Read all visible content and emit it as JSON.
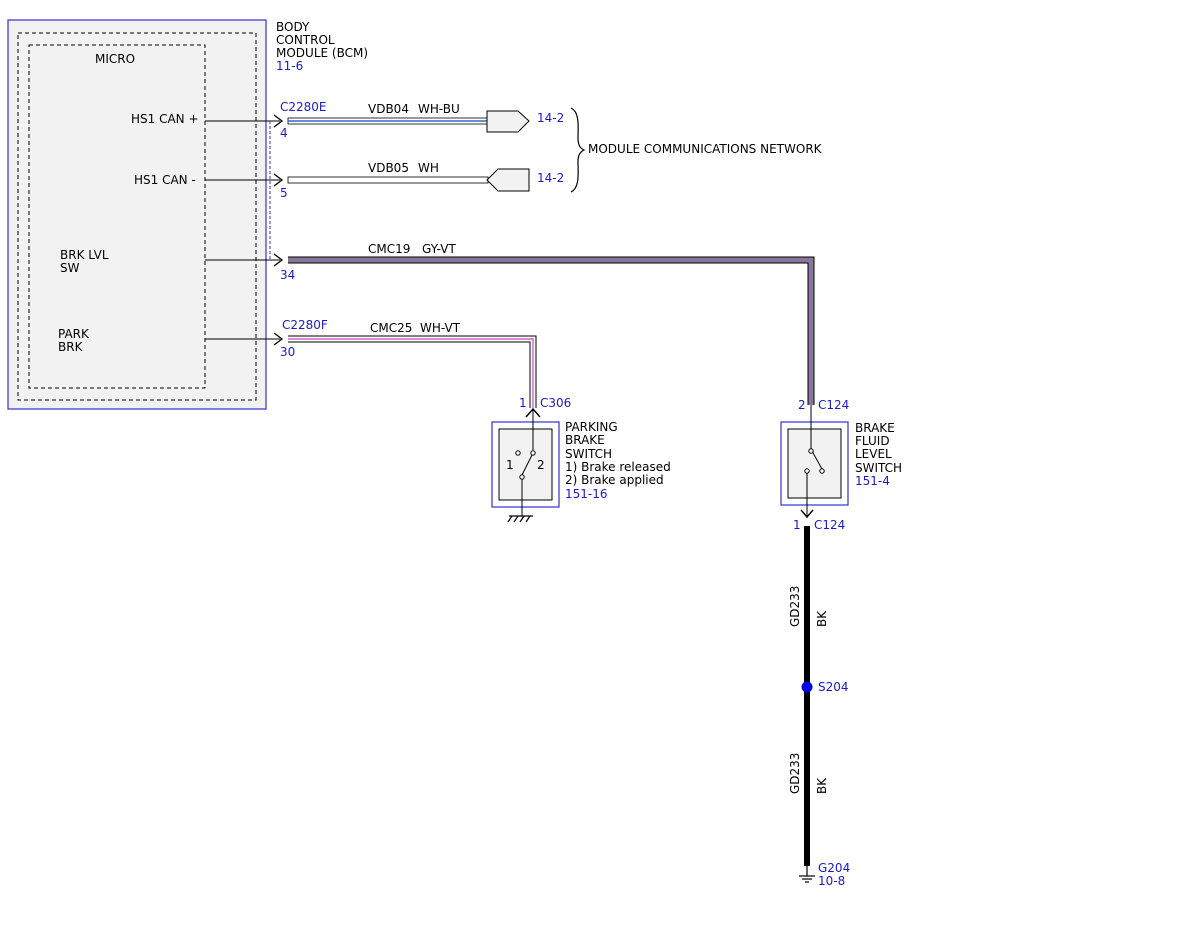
{
  "colors": {
    "module_border": "#3333cc",
    "ref_text": "#1a1acc",
    "module_fill": "#f2f2f2",
    "wire_white": "#ffffff",
    "wire_blue": "#3366cc",
    "wire_gray": "#808080",
    "wire_violet": "#9966cc",
    "wire_black": "#000000",
    "splice": "#0000ee"
  },
  "bcm": {
    "title_line1": "BODY",
    "title_line2": "CONTROL",
    "title_line3": "MODULE (BCM)",
    "ref": "11-6",
    "micro_label": "MICRO",
    "pins": [
      {
        "label": "HS1 CAN +",
        "connector": "C2280E",
        "pin": "4"
      },
      {
        "label": "HS1 CAN -",
        "connector": "",
        "pin": "5"
      },
      {
        "label_line1": "BRK LVL",
        "label_line2": "SW",
        "connector": "",
        "pin": "34"
      },
      {
        "label_line1": "PARK",
        "label_line2": "BRK",
        "connector": "C2280F",
        "pin": "30"
      }
    ]
  },
  "wires": [
    {
      "circuit": "VDB04",
      "color": "WH-BU",
      "ref": "14-2"
    },
    {
      "circuit": "VDB05",
      "color": "WH",
      "ref": "14-2"
    },
    {
      "circuit": "CMC19",
      "color": "GY-VT"
    },
    {
      "circuit": "CMC25",
      "color": "WH-VT"
    },
    {
      "circuit": "GD233",
      "color": "BK"
    },
    {
      "circuit": "GD233",
      "color": "BK"
    }
  ],
  "network_label": "MODULE COMMUNICATIONS NETWORK",
  "parking_brake_switch": {
    "pin": "1",
    "connector": "C306",
    "name_line1": "PARKING",
    "name_line2": "BRAKE",
    "name_line3": "SWITCH",
    "state1": "1) Brake released",
    "state2": "2) Brake applied",
    "ref": "151-16",
    "contact1": "1",
    "contact2": "2"
  },
  "brake_fluid_switch": {
    "pin_top": "2",
    "connector_top": "C124",
    "pin_bottom": "1",
    "connector_bottom": "C124",
    "name_line1": "BRAKE",
    "name_line2": "FLUID",
    "name_line3": "LEVEL",
    "name_line4": "SWITCH",
    "ref": "151-4"
  },
  "splice": {
    "label": "S204"
  },
  "ground": {
    "label": "G204",
    "ref": "10-8"
  }
}
